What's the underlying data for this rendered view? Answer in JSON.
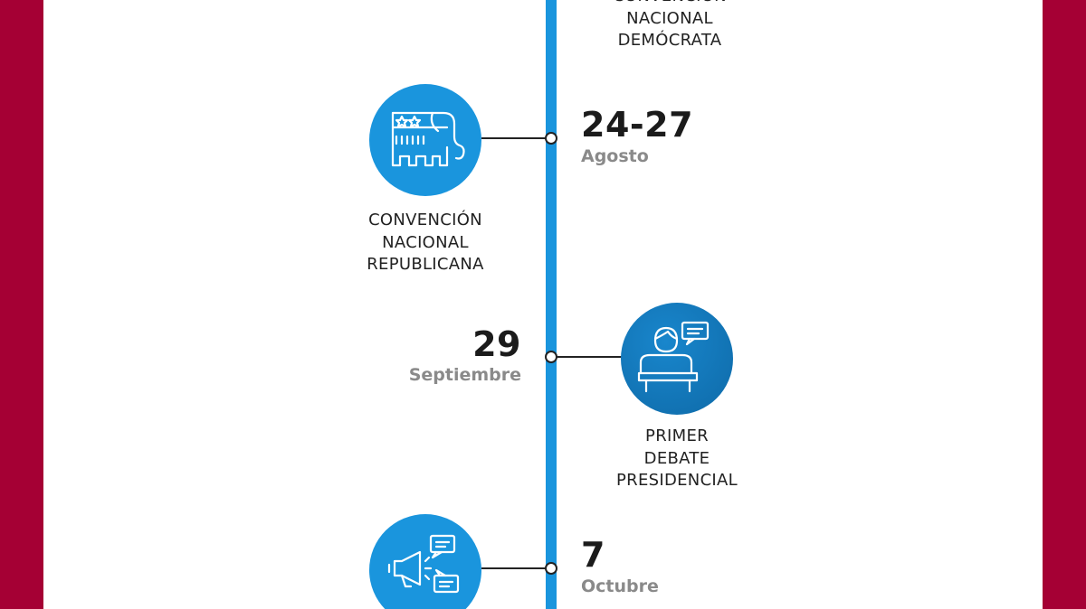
{
  "events": [
    {
      "label_lines": [
        "CONVENCIÓN",
        "NACIONAL",
        "DEMÓCRATA"
      ]
    },
    {
      "date": "24-27",
      "month": "Agosto",
      "label_lines": [
        "CONVENCIÓN",
        "NACIONAL",
        "REPUBLICANA"
      ],
      "icon": "elephant-icon"
    },
    {
      "date": "29",
      "month": "Septiembre",
      "label_lines": [
        "PRIMER",
        "DEBATE",
        "PRESIDENCIAL"
      ],
      "icon": "debate-podium-icon"
    },
    {
      "date": "7",
      "month": "Octubre",
      "icon": "megaphone-chat-icon"
    }
  ],
  "colors": {
    "frame": "#a50034",
    "accent_blue": "#1a95dd",
    "dark_blue": "#0e6aa8",
    "text": "#222222",
    "muted": "#8a8a8a"
  }
}
